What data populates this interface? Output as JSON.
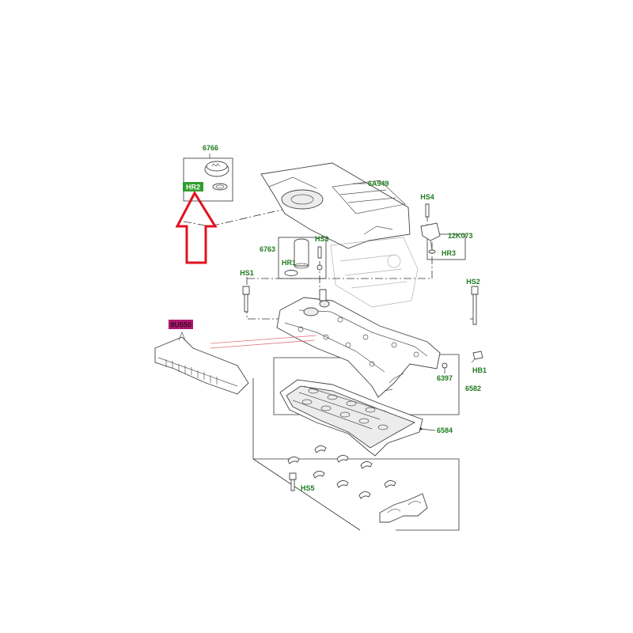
{
  "labels": {
    "cap": "6766",
    "cap_seal": "HR2",
    "engine_cover": "6A949",
    "sensor_bolt": "HS4",
    "sensor": "12K073",
    "sensor_seal": "HR3",
    "filler_neck": "6763",
    "neck_bolt": "HS3",
    "neck_seal": "HR1",
    "bolt_left": "HS1",
    "bolt_right": "HS2",
    "stud": "HB1",
    "seal": "6397",
    "cam_cover": "6582",
    "camshaft_carrier": "6584",
    "cap_bolts": "HS5",
    "highlighted_part": "8U550"
  },
  "colors": {
    "label_green": "#1f7a1f",
    "highlight_box": "#b0186f",
    "arrow_red": "#e0121e"
  }
}
